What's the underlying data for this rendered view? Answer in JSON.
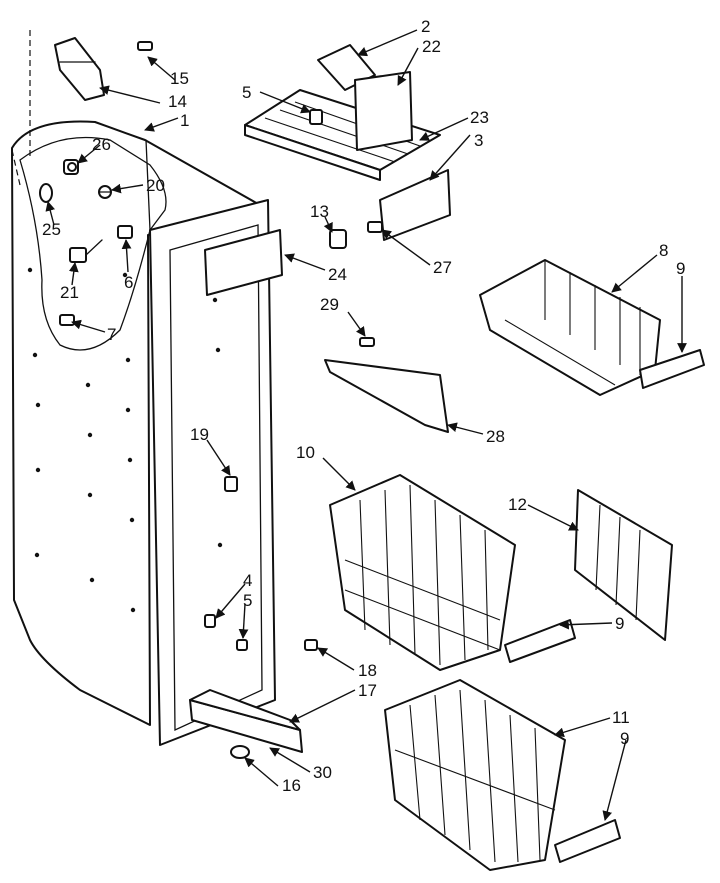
{
  "callouts": {
    "c1": "1",
    "c2": "2",
    "c3": "3",
    "c4": "4",
    "c5a": "5",
    "c5b": "5",
    "c6": "6",
    "c7": "7",
    "c8": "8",
    "c9a": "9",
    "c9b": "9",
    "c9c": "9",
    "c10": "10",
    "c11": "11",
    "c12": "12",
    "c13": "13",
    "c14": "14",
    "c15": "15",
    "c16": "16",
    "c17": "17",
    "c18": "18",
    "c19": "19",
    "c20": "20",
    "c21": "21",
    "c22": "22",
    "c23": "23",
    "c24": "24",
    "c25": "25",
    "c26": "26",
    "c27": "27",
    "c28": "28",
    "c29": "29",
    "c30": "30"
  },
  "colors": {
    "ink": "#111111",
    "paper": "#ffffff"
  }
}
